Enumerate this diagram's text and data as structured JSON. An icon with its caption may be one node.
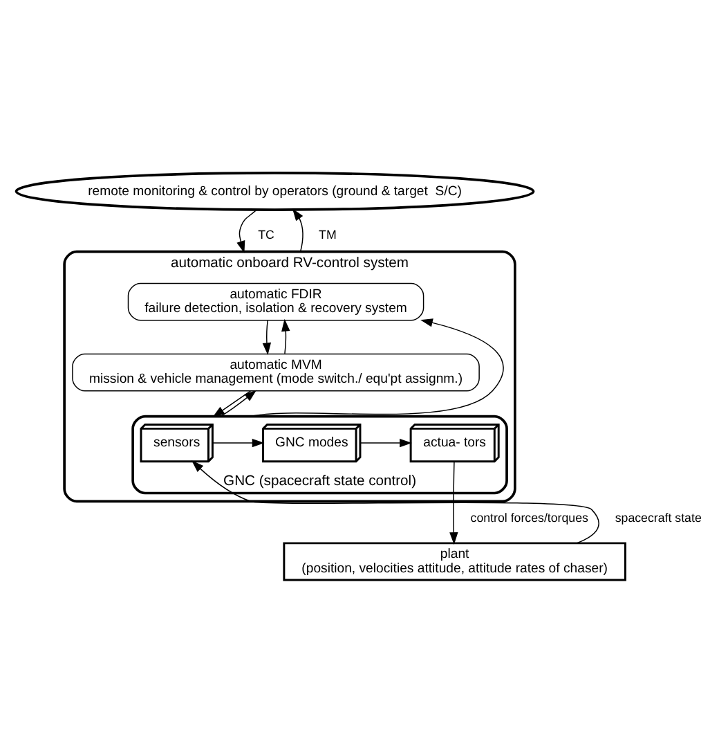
{
  "diagram": {
    "nodes": [
      {
        "text": [
          "remote monitoring & control by operators (ground & target  S/C)"
        ]
      },
      {
        "text": [
          "automatic onboard RV-control system"
        ]
      },
      {
        "text": [
          "automatic FDIR",
          "failure detection, isolation & recovery system"
        ],
        "in": 1
      },
      {
        "text": [
          "automatic MVM",
          "mission & vehicle management (mode switch./ equ'pt assignm.)"
        ],
        "in": 1
      },
      {
        "text": [
          "GNC (spacecraft state control)"
        ],
        "in": 1
      },
      {
        "text": [
          "sensors"
        ],
        "in": 4
      },
      {
        "text": [
          "GNC modes"
        ],
        "in": 4
      },
      {
        "text": [
          "actua- tors"
        ],
        "in": 4
      },
      {
        "text": [
          "plant",
          "(position, velocities attitude, attitude rates of chaser)"
        ]
      }
    ],
    "edges": [
      {
        "from": 0,
        "to": 1,
        "arrow": "to",
        "label": "TC"
      },
      {
        "from": 1,
        "to": 0,
        "arrow": "to",
        "label": "TM"
      },
      {
        "from": 2,
        "to": 3,
        "arrow": "to"
      },
      {
        "from": 3,
        "to": 2,
        "arrow": "to"
      },
      {
        "from": 3,
        "to": 4,
        "arrow": "to"
      },
      {
        "from": 4,
        "to": 3,
        "arrow": "to"
      },
      {
        "from": 4,
        "to": 2,
        "arrow": "to"
      },
      {
        "from": 5,
        "to": 6,
        "arrow": "to"
      },
      {
        "from": 6,
        "to": 7,
        "arrow": "to"
      },
      {
        "from": 8,
        "to": 5,
        "arrow": "to",
        "label": "spacecraft state"
      },
      {
        "from": 7,
        "to": 8,
        "arrow": "to",
        "label": "control forces/torques"
      }
    ]
  }
}
